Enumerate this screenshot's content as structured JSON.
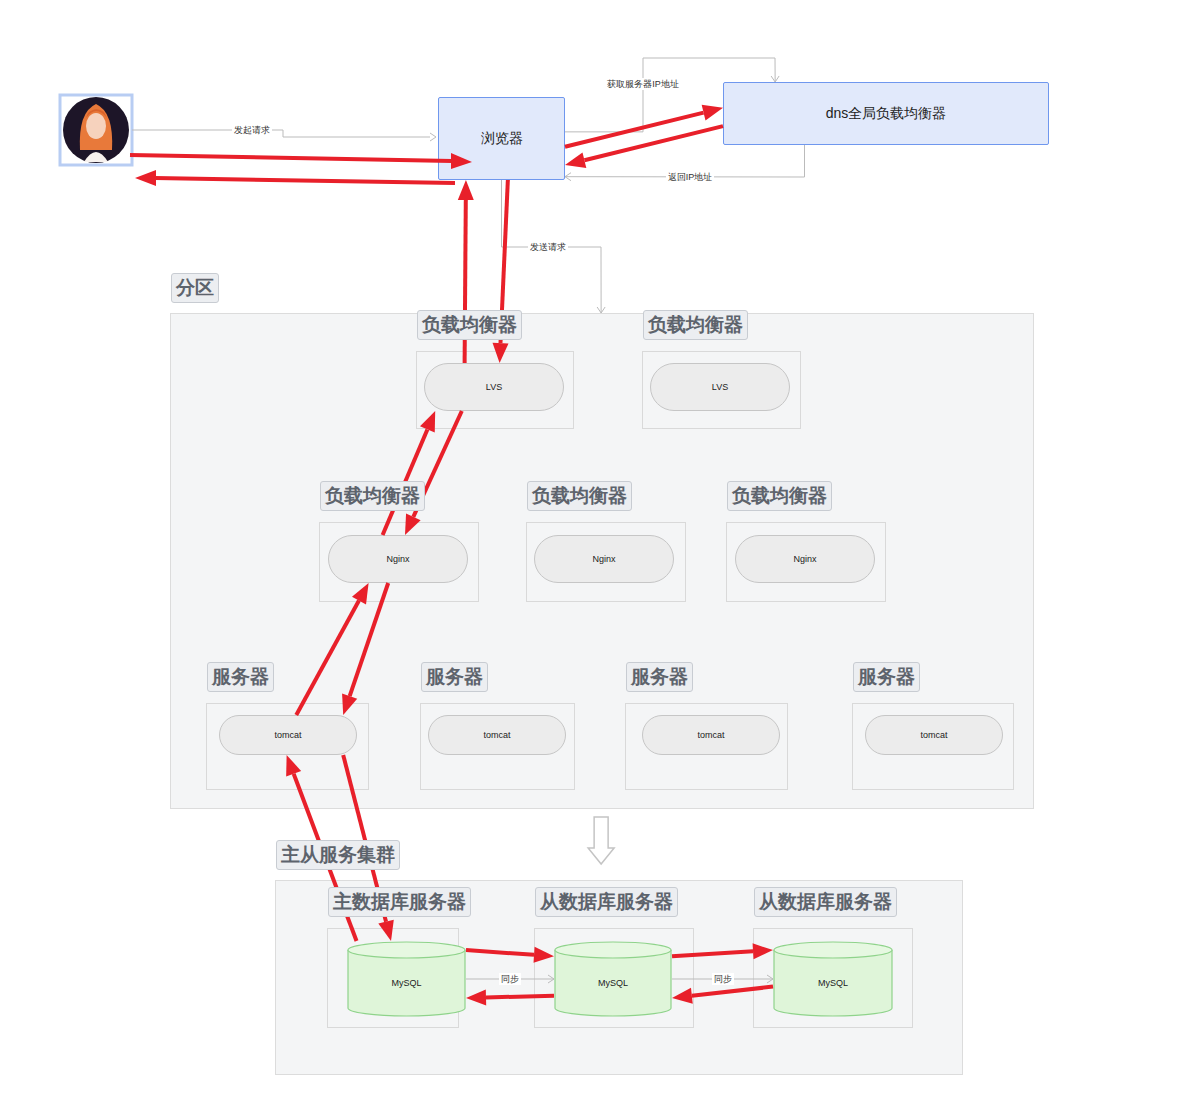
{
  "diagram": {
    "nodes": [
      {
        "text": [
          "浏览器"
        ]
      },
      {
        "text": [
          "dns全局负载均衡器"
        ]
      },
      {
        "text": [
          "分区"
        ]
      },
      {
        "text": [
          "负载均衡器"
        ],
        "in": 2
      },
      {
        "text": [
          "LVS"
        ],
        "in": 3
      },
      {
        "text": [
          "负载均衡器"
        ],
        "in": 2
      },
      {
        "text": [
          "LVS"
        ],
        "in": 5
      },
      {
        "text": [
          "负载均衡器"
        ],
        "in": 2
      },
      {
        "text": [
          "Nginx"
        ],
        "in": 7
      },
      {
        "text": [
          "负载均衡器"
        ],
        "in": 2
      },
      {
        "text": [
          "Nginx"
        ],
        "in": 9
      },
      {
        "text": [
          "负载均衡器"
        ],
        "in": 2
      },
      {
        "text": [
          "Nginx"
        ],
        "in": 11
      },
      {
        "text": [
          "服务器"
        ],
        "in": 2
      },
      {
        "text": [
          "tomcat"
        ],
        "in": 13
      },
      {
        "text": [
          "服务器"
        ],
        "in": 2
      },
      {
        "text": [
          "tomcat"
        ],
        "in": 15
      },
      {
        "text": [
          "服务器"
        ],
        "in": 2
      },
      {
        "text": [
          "tomcat"
        ],
        "in": 17
      },
      {
        "text": [
          "服务器"
        ],
        "in": 2
      },
      {
        "text": [
          "tomcat"
        ],
        "in": 19
      },
      {
        "text": [
          "主从服务集群"
        ]
      },
      {
        "text": [
          "主数据库服务器"
        ],
        "in": 21
      },
      {
        "text": [
          "MySQL"
        ],
        "in": 22
      },
      {
        "text": [
          "从数据库服务器"
        ],
        "in": 21
      },
      {
        "text": [
          "MySQL"
        ],
        "in": 24
      },
      {
        "text": [
          "从数据库服务器"
        ],
        "in": 21
      },
      {
        "text": [
          "MySQL"
        ],
        "in": 26
      }
    ],
    "edges": [
      {
        "from": 0,
        "to": 1,
        "label": "获取服务器IP地址",
        "arrow": "to"
      },
      {
        "from": 1,
        "to": 0,
        "label": "返回IP地址",
        "arrow": "to"
      },
      {
        "from": 0,
        "to": 2,
        "label": "发送请求",
        "arrow": "to"
      },
      {
        "from": 2,
        "to": 21,
        "arrow": "to"
      },
      {
        "from": 23,
        "to": 25,
        "label": "同步",
        "arrow": "to"
      },
      {
        "from": 25,
        "to": 27,
        "label": "同步",
        "arrow": "to"
      },
      {
        "from": 0,
        "to": 1,
        "arrow": "to"
      },
      {
        "from": 1,
        "to": 0,
        "arrow": "to"
      },
      {
        "from": 4,
        "to": 0,
        "arrow": "to"
      },
      {
        "from": 0,
        "to": 4,
        "arrow": "to"
      },
      {
        "from": 8,
        "to": 4,
        "arrow": "to"
      },
      {
        "from": 4,
        "to": 8,
        "arrow": "to"
      },
      {
        "from": 14,
        "to": 8,
        "arrow": "to"
      },
      {
        "from": 8,
        "to": 14,
        "arrow": "to"
      },
      {
        "from": 23,
        "to": 14,
        "arrow": "to"
      },
      {
        "from": 14,
        "to": 23,
        "arrow": "to"
      },
      {
        "from": 23,
        "to": 25,
        "arrow": "to"
      },
      {
        "from": 25,
        "to": 23,
        "arrow": "to"
      },
      {
        "from": 25,
        "to": 27,
        "arrow": "to"
      },
      {
        "from": 27,
        "to": 25,
        "arrow": "to"
      }
    ],
    "labels": [
      "发起请求"
    ]
  }
}
